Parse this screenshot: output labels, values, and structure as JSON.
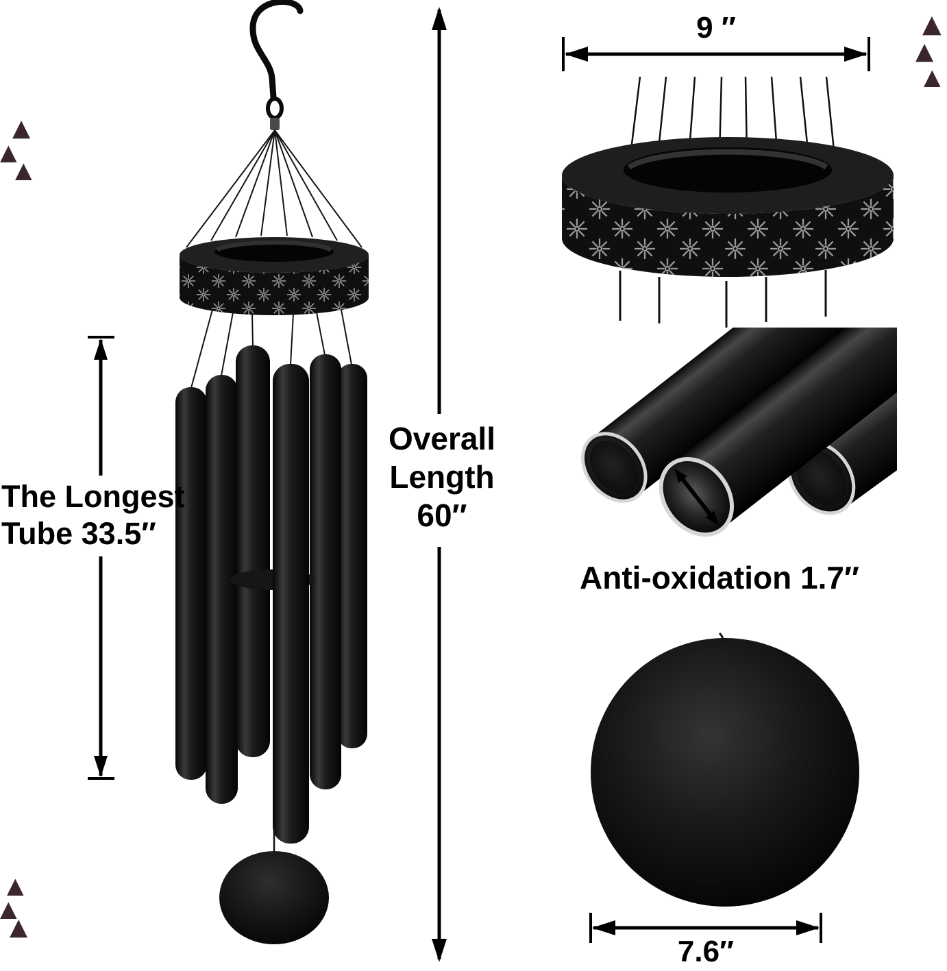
{
  "labels": {
    "longest_tube_line1": "The Longest",
    "longest_tube_line2": "Tube 33.5″",
    "overall_line1": "Overall",
    "overall_line2": "Length",
    "overall_line3": "60″",
    "ring_diameter": "9 ″",
    "anti_oxidation": "Anti-oxidation 1.7″",
    "catcher_diameter": "7.6″"
  },
  "decor": {
    "triangle_glyph": "▲"
  },
  "colors": {
    "background": "#ffffff",
    "product_black": "#0d0d0d",
    "rim_silver": "#d6d6d6",
    "annotation_black": "#000000",
    "triangle_brown": "#3a262c"
  }
}
